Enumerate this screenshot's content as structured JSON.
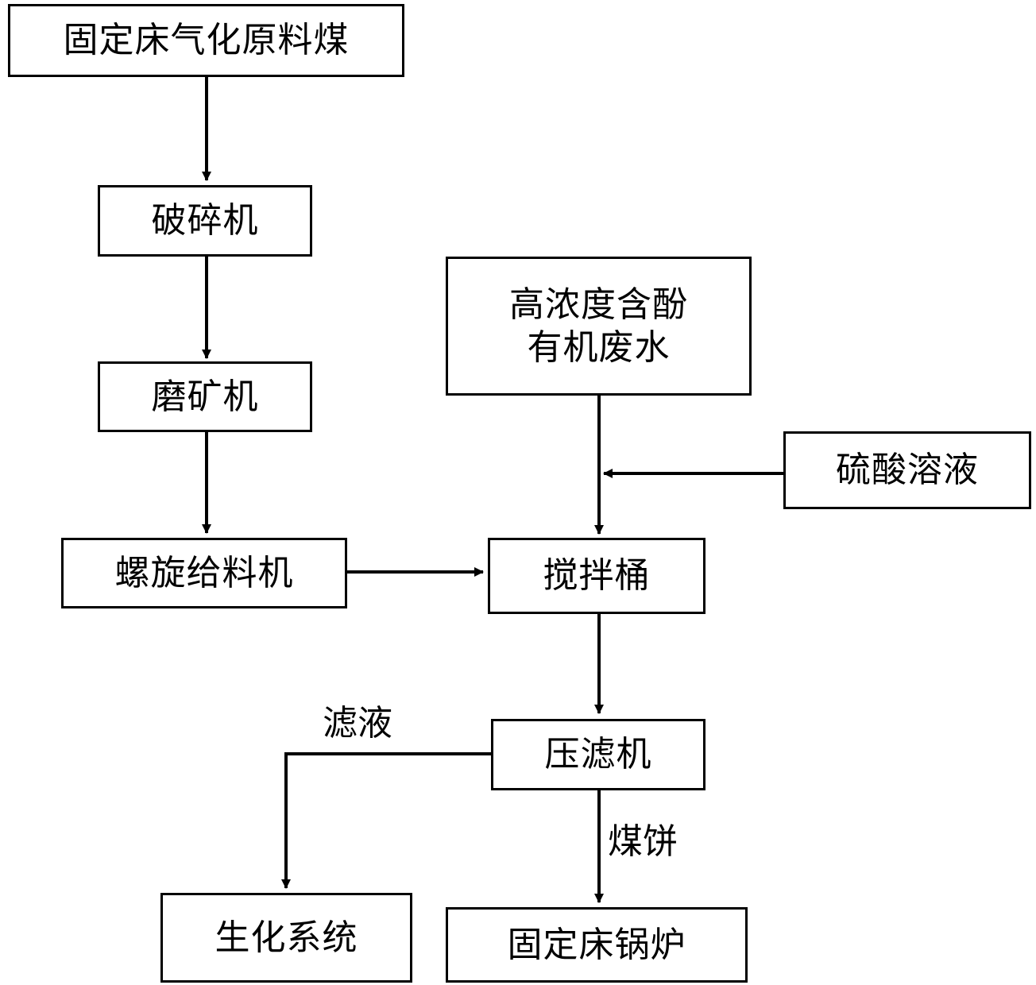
{
  "nodes": {
    "raw_coal": "固定床气化原料煤",
    "crusher": "破碎机",
    "grinder": "磨矿机",
    "screw_feeder": "螺旋给料机",
    "wastewater_line1": "高浓度含酚",
    "wastewater_line2": "有机废水",
    "sulfuric_acid": "硫酸溶液",
    "mixing_tank": "搅拌桶",
    "filter_press": "压滤机",
    "biochem_system": "生化系统",
    "boiler": "固定床锅炉"
  },
  "edge_labels": {
    "filtrate": "滤液",
    "coal_cake": "煤饼"
  },
  "colors": {
    "line": "#000000",
    "background": "#ffffff"
  }
}
